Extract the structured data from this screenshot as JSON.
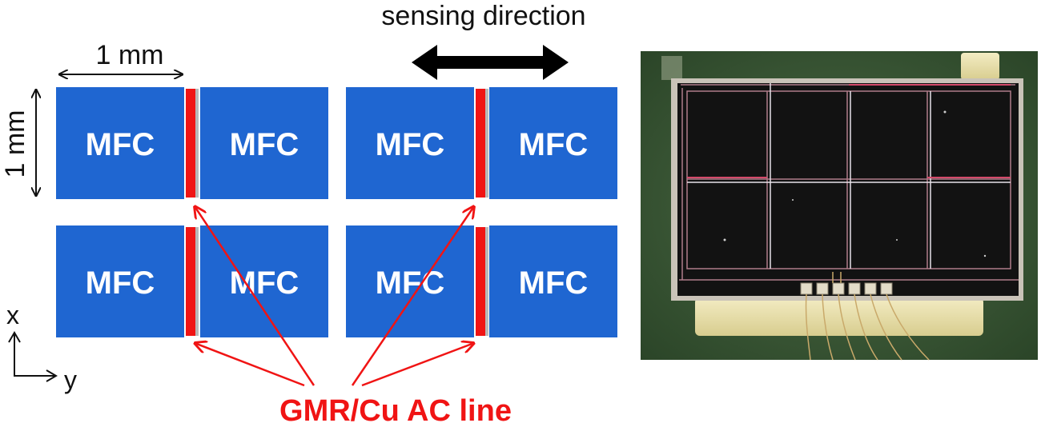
{
  "labels": {
    "sensing_direction": "sensing direction",
    "width_dim": "1 mm",
    "height_dim": "1 mm",
    "mfc": "MFC",
    "gmr_line": "GMR/Cu AC line",
    "axis_x": "x",
    "axis_y": "y"
  },
  "colors": {
    "mfc_blue": "#1f66d1",
    "gmr_red": "#f01414",
    "chip_dark": "#121212",
    "board_green": "#3a5a34",
    "pad_cream": "#e8dfaa"
  }
}
